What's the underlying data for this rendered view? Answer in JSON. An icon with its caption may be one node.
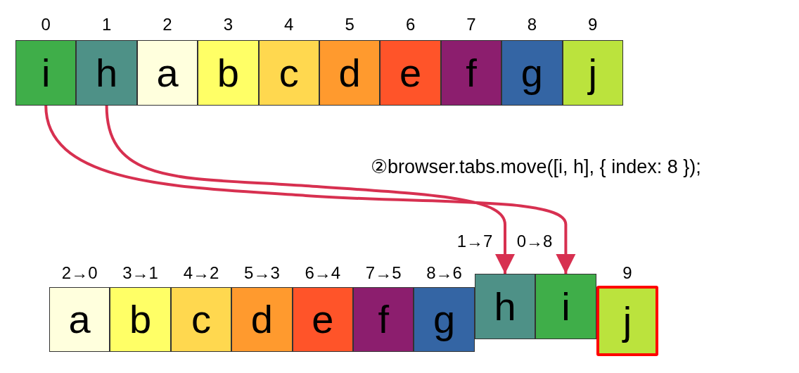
{
  "diagram": {
    "nodes": [
      {
        "text": [
          "i"
        ],
        "beside": [
          "0"
        ]
      },
      {
        "text": [
          "h"
        ],
        "beside": [
          "1"
        ]
      },
      {
        "text": [
          "a"
        ],
        "beside": [
          "2"
        ]
      },
      {
        "text": [
          "b"
        ],
        "beside": [
          "3"
        ]
      },
      {
        "text": [
          "c"
        ],
        "beside": [
          "4"
        ]
      },
      {
        "text": [
          "d"
        ],
        "beside": [
          "5"
        ]
      },
      {
        "text": [
          "e"
        ],
        "beside": [
          "6"
        ]
      },
      {
        "text": [
          "f"
        ],
        "beside": [
          "7"
        ]
      },
      {
        "text": [
          "g"
        ],
        "beside": [
          "8"
        ]
      },
      {
        "text": [
          "j"
        ],
        "beside": [
          "9"
        ]
      },
      {
        "text": [
          "a"
        ],
        "beside": [
          "2→0"
        ]
      },
      {
        "text": [
          "b"
        ],
        "beside": [
          "3→1"
        ]
      },
      {
        "text": [
          "c"
        ],
        "beside": [
          "4→2"
        ]
      },
      {
        "text": [
          "d"
        ],
        "beside": [
          "5→3"
        ]
      },
      {
        "text": [
          "e"
        ],
        "beside": [
          "6→4"
        ]
      },
      {
        "text": [
          "f"
        ],
        "beside": [
          "7→5"
        ]
      },
      {
        "text": [
          "g"
        ],
        "beside": [
          "8→6"
        ]
      },
      {
        "text": [
          "h"
        ],
        "beside": [
          "1→7"
        ]
      },
      {
        "text": [
          "i"
        ],
        "beside": [
          "0→8"
        ]
      },
      {
        "text": [
          "j"
        ],
        "beside": [
          "9"
        ]
      }
    ],
    "edges": [
      {
        "from": 0,
        "to": 18,
        "arrow": "to"
      },
      {
        "from": 1,
        "to": 17,
        "arrow": "to"
      }
    ],
    "labels": [
      "②browser.tabs.move([i, h], { index: 8 });"
    ]
  }
}
